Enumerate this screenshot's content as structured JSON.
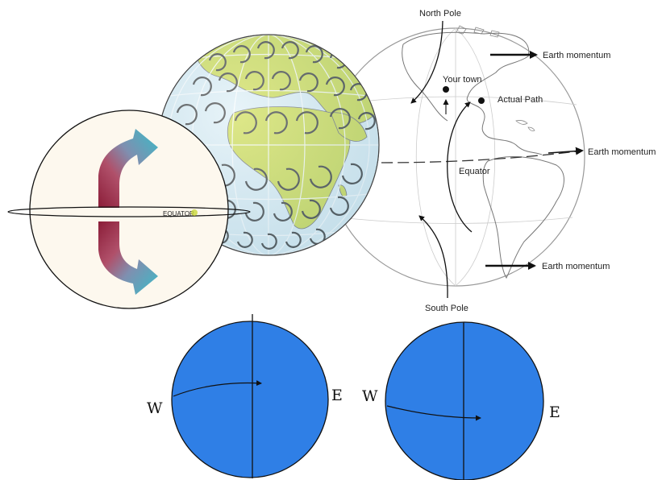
{
  "hemisphere_map": {
    "north_pole": "North Pole",
    "south_pole": "South Pole",
    "your_town": "Your town",
    "actual_path": "Actual Path",
    "equator": "Equator",
    "momentum_labels": [
      "Earth momentum",
      "Earth momentum",
      "Earth momentum"
    ]
  },
  "deflection_globe": {
    "equator_label": "EQUATOR"
  },
  "compass_left": {
    "west": "W",
    "east": "E"
  },
  "compass_right": {
    "west": "W",
    "east": "E"
  },
  "colors": {
    "globe_ocean": "#d8ecf4",
    "globe_land": "#c9d83a",
    "compass_fill": "#2f7fe6",
    "deflection_bg": "#fdf8ee",
    "arrow_tip": "#39bcc8"
  }
}
